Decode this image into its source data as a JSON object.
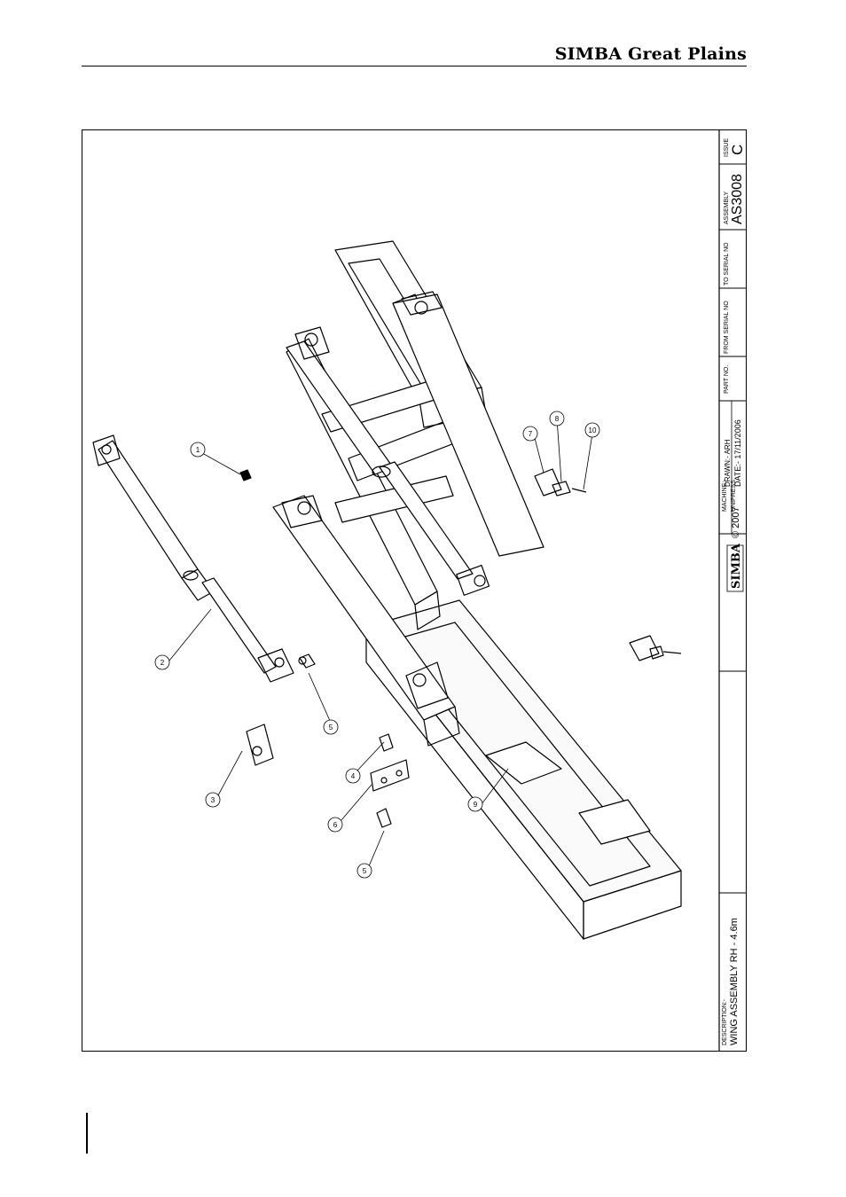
{
  "header": {
    "brand": "SIMBA Great Plains"
  },
  "title_block": {
    "description_label": "DESCRIPTION:-",
    "description_value": "WING ASSEMBLY RH - 4.6m",
    "machine_label": "MACHINE:-",
    "machine_value": "UNIPRESS",
    "logo_text": "SIMBA",
    "copyright": "© 2007",
    "drawn_label": "DRAWN:- ARH",
    "date_label": "DATE:- 17/11/2006",
    "part_no_label": "PART NO.",
    "from_serial_label": "FROM SERIAL NO",
    "to_serial_label": "TO SERIAL NO",
    "assembly_label": "ASSEMBLY",
    "assembly_value": "AS3008",
    "issue_label": "ISSUE",
    "issue_value": "C"
  },
  "balloons": [
    "1",
    "2",
    "3",
    "4",
    "5",
    "5",
    "6",
    "7",
    "8",
    "9",
    "10"
  ]
}
